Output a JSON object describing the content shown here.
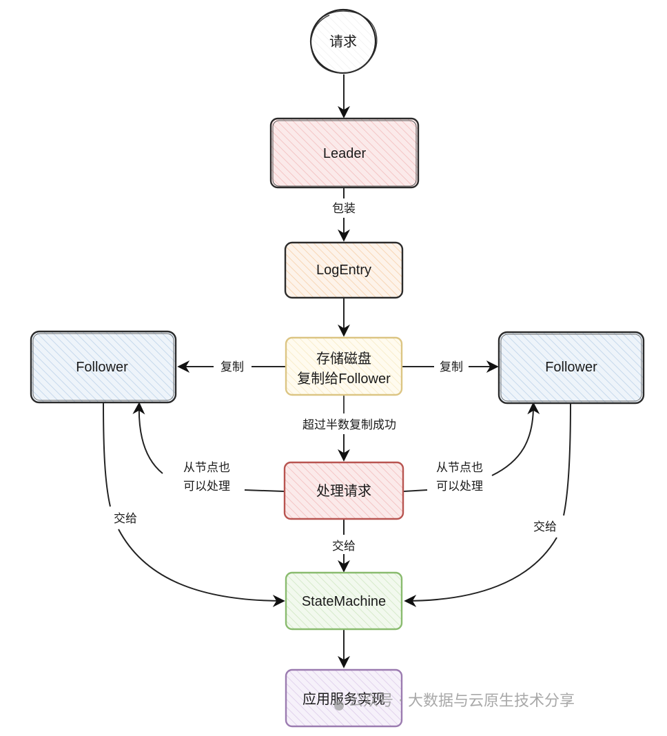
{
  "diagram": {
    "title": "Raft request processing flow",
    "nodes": {
      "request": {
        "label": "请求",
        "shape": "circle",
        "fill": "#ffffff",
        "stroke": "#222222"
      },
      "leader": {
        "label": "Leader",
        "fill": "#f8d7d7",
        "stroke": "#2b2b2b"
      },
      "logentry": {
        "label": "LogEntry",
        "fill": "#fbe3cc",
        "stroke": "#2b2b2b"
      },
      "storage": {
        "label_line1": "存储磁盘",
        "label_line2": "复制给Follower",
        "fill": "#fff6dc",
        "stroke": "#d9c07a"
      },
      "follower_left": {
        "label": "Follower",
        "fill": "#dce8f5",
        "stroke": "#2b2b2b"
      },
      "follower_right": {
        "label": "Follower",
        "fill": "#dce8f5",
        "stroke": "#2b2b2b"
      },
      "process": {
        "label": "处理请求",
        "fill": "#f8d7d7",
        "stroke": "#b85450"
      },
      "statemachine": {
        "label": "StateMachine",
        "fill": "#e3f2da",
        "stroke": "#82b366"
      },
      "app": {
        "label": "应用服务实现",
        "fill": "#ece3f3",
        "stroke": "#9673a6"
      }
    },
    "edges": {
      "request_leader": {
        "label": ""
      },
      "leader_logentry": {
        "label": "包装"
      },
      "logentry_storage": {
        "label": ""
      },
      "storage_follower_left": {
        "label": "复制"
      },
      "storage_follower_right": {
        "label": "复制"
      },
      "storage_process": {
        "label": "超过半数复制成功"
      },
      "process_follower_left": {
        "label_line1": "从节点也",
        "label_line2": "可以处理"
      },
      "process_follower_right": {
        "label_line1": "从节点也",
        "label_line2": "可以处理"
      },
      "process_statemachine": {
        "label": "交给"
      },
      "follower_left_statemachine": {
        "label": "交给"
      },
      "follower_right_statemachine": {
        "label": "交给"
      },
      "statemachine_app": {
        "label": ""
      }
    },
    "watermark": {
      "label": "公众号 · 大数据与云原生技术分享"
    }
  }
}
